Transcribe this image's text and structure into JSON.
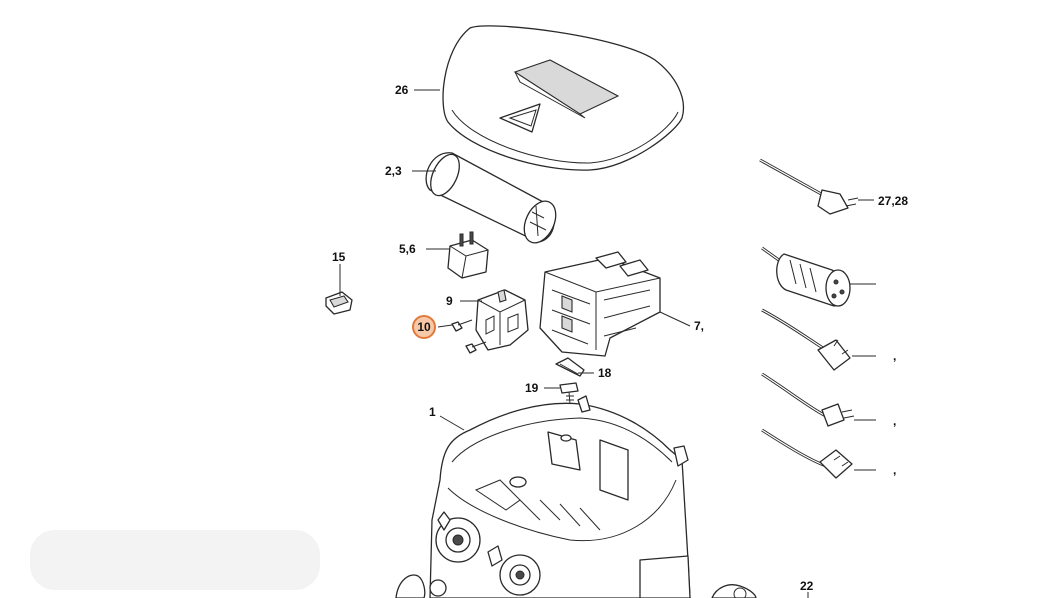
{
  "labels": {
    "l26": "26",
    "l23": "2,3",
    "l56": "5,6",
    "l15": "15",
    "l9": "9",
    "l10": "10",
    "l7": "7,",
    "l18": "18",
    "l19": "19",
    "l1": "1",
    "l2728": "27,28",
    "l22": "22",
    "c1": ",",
    "c2": ",",
    "c3": ","
  },
  "colors": {
    "highlight_fill": "#f7c9a8",
    "highlight_stroke": "#e07a3a"
  }
}
